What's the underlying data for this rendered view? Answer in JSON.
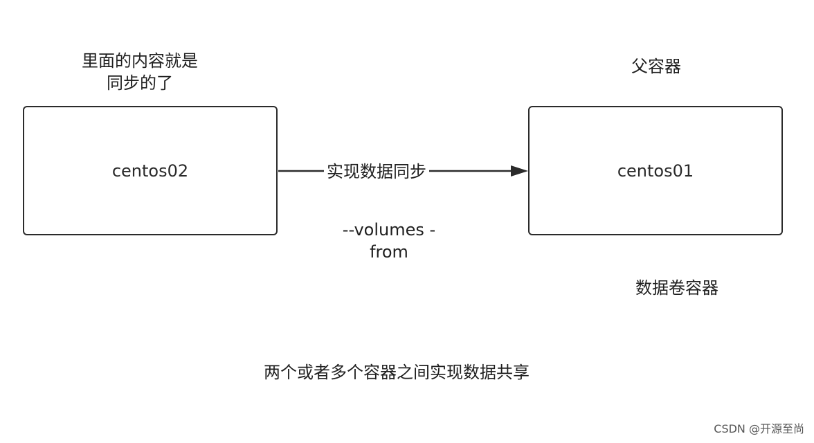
{
  "diagram": {
    "left_note": {
      "line1": "里面的内容就是",
      "line2": "同步的了"
    },
    "right_note": "父容器",
    "left_box_label": "centos02",
    "right_box_label": "centos01",
    "arrow_label": "实现数据同步",
    "option_label": {
      "line1": "--volumes -",
      "line2": "from"
    },
    "bottom_right_note": "数据卷容器",
    "caption": "两个或者多个容器之间实现数据共享",
    "colors": {
      "stroke": "#2b2b2b",
      "text": "#1f1f1f",
      "background": "#ffffff"
    }
  },
  "watermark": "CSDN @开源至尚"
}
